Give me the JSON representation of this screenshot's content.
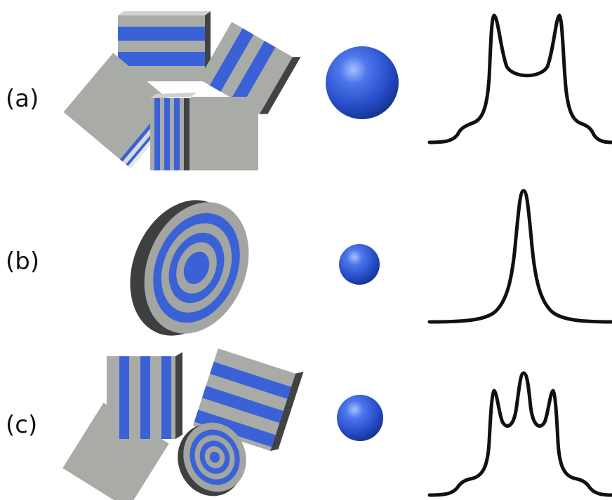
{
  "rows": [
    {
      "label": "(a)",
      "shapes": [
        "striped-cube",
        "striped-cube",
        "striped-cube",
        "striped-cube"
      ],
      "spectrum": "two-peak"
    },
    {
      "label": "(b)",
      "shapes": [
        "concentric-disk"
      ],
      "spectrum": "single-peak"
    },
    {
      "label": "(c)",
      "shapes": [
        "striped-cube",
        "striped-cube",
        "striped-cube",
        "concentric-disk"
      ],
      "spectrum": "three-peak"
    }
  ],
  "colors": {
    "stripe_blue": "#3a62d6",
    "face_gray": "#a8aaa6",
    "shadow_gray": "#454748",
    "curve": "#111111",
    "sphere": "#2f58d6"
  }
}
